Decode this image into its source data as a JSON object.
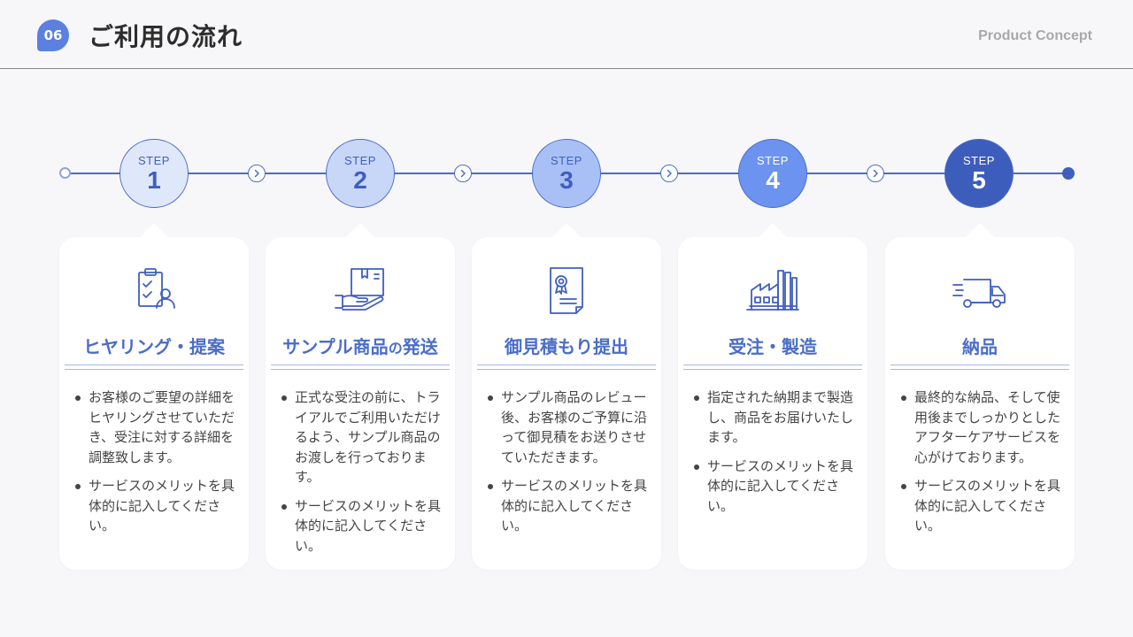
{
  "header": {
    "page_number": "06",
    "title": "ご利用の流れ",
    "brand": "Product Concept"
  },
  "colors": {
    "accent": "#4a6dc8",
    "step_fills": [
      "#dfe7fa",
      "#c8d6f8",
      "#a9c0f6",
      "#6b93ef",
      "#3d5dbd"
    ]
  },
  "steps": [
    {
      "label": "STEP",
      "number": "1",
      "icon": "hearing-clipboard-icon",
      "title": "ヒヤリング・提案",
      "bullets": [
        "お客様のご要望の詳細をヒヤリングさせていただき、受注に対する詳細を調整致します。",
        "サービスのメリットを具体的に記入してください。"
      ]
    },
    {
      "label": "STEP",
      "number": "2",
      "icon": "package-hand-icon",
      "title": "サンプル商品",
      "title_small": "の",
      "title_end": "発送",
      "bullets": [
        "正式な受注の前に、トライアルでご利用いただけるよう、サンプル商品のお渡しを行っております。",
        "サービスのメリットを具体的に記入してください。"
      ]
    },
    {
      "label": "STEP",
      "number": "3",
      "icon": "certificate-document-icon",
      "title": "御見積もり提出",
      "bullets": [
        "サンプル商品のレビュー後、お客様のご予算に沿って御見積をお送りさせていただきます。",
        "サービスのメリットを具体的に記入してください。"
      ]
    },
    {
      "label": "STEP",
      "number": "4",
      "icon": "factory-icon",
      "title": "受注・製造",
      "bullets": [
        "指定された納期まで製造し、商品をお届けいたします。",
        "サービスのメリットを具体的に記入してください。"
      ]
    },
    {
      "label": "STEP",
      "number": "5",
      "icon": "delivery-truck-icon",
      "title": "納品",
      "bullets": [
        "最終的な納品、そして使用後までしっかりとしたアフターケアサービスを心がけております。",
        "サービスのメリットを具体的に記入してください。"
      ]
    }
  ]
}
